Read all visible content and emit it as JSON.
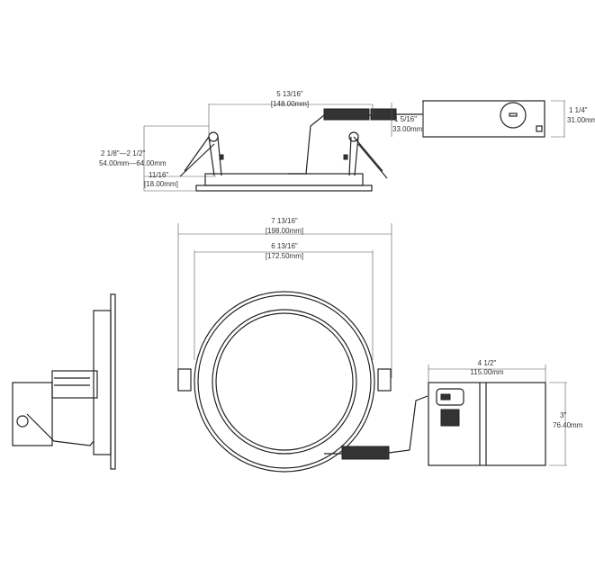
{
  "dimensions": {
    "side_width": {
      "in": "5 13/16\"",
      "mm": "[148.00mm]"
    },
    "side_height": {
      "in": "2 1/8\"—2 1/2\"",
      "mm": "54.00mm—64.00mm"
    },
    "flange": {
      "in": "11/16\"",
      "mm": "[18.00mm]"
    },
    "driver_height": {
      "in": "1 1/4\"",
      "mm": "31.00mm"
    },
    "cable_length": {
      "in": "1 5/16\"",
      "mm": "33.00mm"
    },
    "outer_diameter": {
      "in": "7 13/16\"",
      "mm": "[198.00mm]"
    },
    "cutout_diameter": {
      "in": "6 13/16\"",
      "mm": "[172.50mm]"
    },
    "box_width": {
      "in": "4 1/2\"",
      "mm": "115.00mm"
    },
    "box_height": {
      "in": "3\"",
      "mm": "76.40mm"
    }
  }
}
